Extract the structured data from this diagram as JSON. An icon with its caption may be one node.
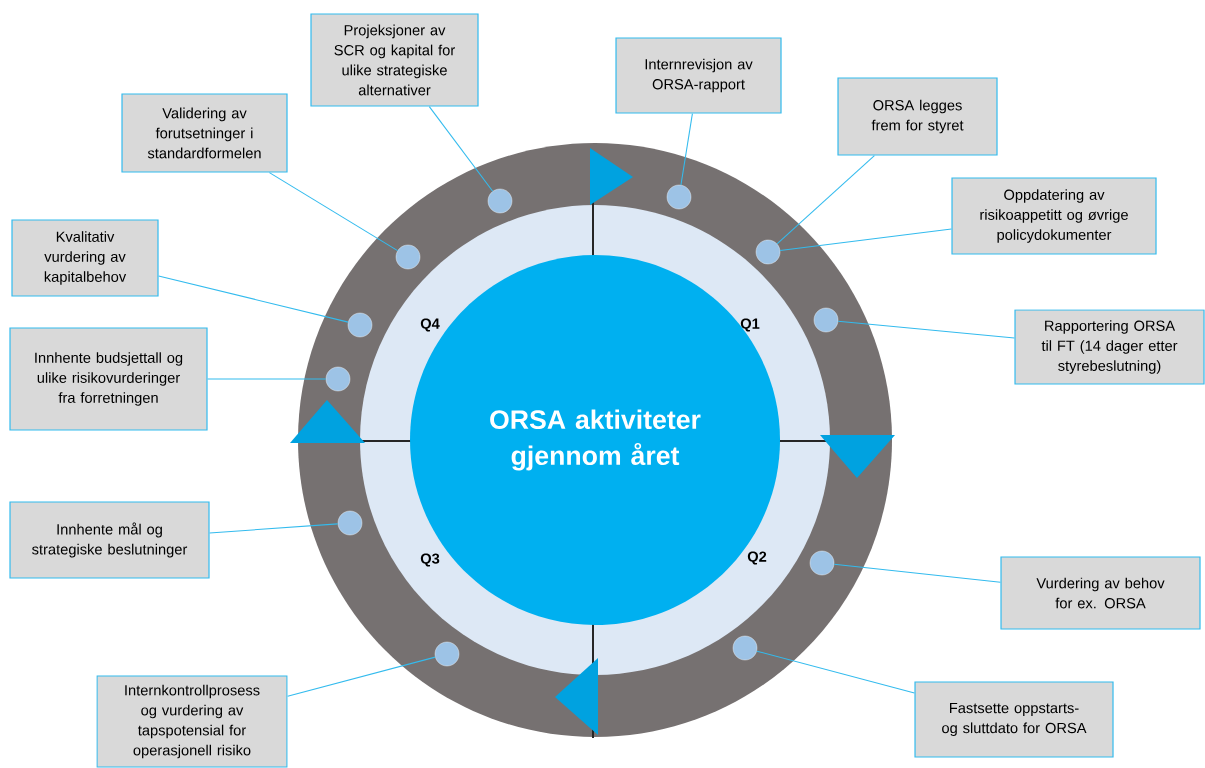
{
  "diagram": {
    "nodes": [
      {
        "text": [
          "Projeksjoner av SCR og kapital for ulike strategiske alternativer"
        ]
      },
      {
        "text": [
          "Internrevisjon av ORSA-rapport"
        ]
      },
      {
        "text": [
          "Validering av forutsetninger i standardformelen"
        ]
      },
      {
        "text": [
          "ORSA legges frem for styret"
        ]
      },
      {
        "text": [
          "Oppdatering av risikoappetitt og øvrige policydokumenter"
        ]
      },
      {
        "text": [
          "Kvalitativ vurdering av kapitalbehov"
        ]
      },
      {
        "text": [
          "Rapportering ORSA til FT (14 dager etter styrebeslutning)"
        ]
      },
      {
        "text": [
          "Innhente budsjettall og ulike risikovurderinger fra forretningen"
        ]
      },
      {
        "text": [
          "Innhente mål og strategiske beslutninger"
        ]
      },
      {
        "text": [
          "Vurdering av behov for ex. ORSA"
        ]
      },
      {
        "text": [
          "Internkontrollprosess og vurdering av tapspotensial for operasjonell risiko"
        ]
      },
      {
        "text": [
          "Fastsette oppstarts- og sluttdato for ORSA"
        ]
      },
      {
        "text": [
          "ORSA aktiviteter gjennom året"
        ]
      },
      {
        "text": [],
        "shape": "circle"
      },
      {
        "text": [],
        "shape": "circle"
      },
      {
        "text": [],
        "shape": "circle"
      },
      {
        "text": [],
        "shape": "circle"
      },
      {
        "text": [],
        "shape": "circle"
      },
      {
        "text": [],
        "shape": "circle"
      },
      {
        "text": [],
        "shape": "circle"
      },
      {
        "text": [],
        "shape": "circle"
      },
      {
        "text": [],
        "shape": "circle"
      },
      {
        "text": [],
        "shape": "circle"
      },
      {
        "text": [],
        "shape": "circle"
      }
    ],
    "edges": [
      {
        "from": 0,
        "to": 18,
        "arrow": "none"
      },
      {
        "from": 1,
        "to": 19,
        "arrow": "none"
      },
      {
        "from": 2,
        "to": 16,
        "arrow": "none"
      },
      {
        "from": 3,
        "to": 21,
        "arrow": "none"
      },
      {
        "from": 4,
        "to": 21,
        "arrow": "none"
      },
      {
        "from": 5,
        "to": 15,
        "arrow": "none"
      },
      {
        "from": 6,
        "to": 23,
        "arrow": "none"
      },
      {
        "from": 7,
        "to": 13,
        "arrow": "none"
      },
      {
        "from": 8,
        "to": 14,
        "arrow": "none"
      },
      {
        "from": 9,
        "to": 22,
        "arrow": "none"
      },
      {
        "from": 10,
        "to": 17,
        "arrow": "none"
      },
      {
        "from": 11,
        "to": 20,
        "arrow": "none"
      }
    ],
    "labels": [
      "Q4",
      "Q1",
      "Q3",
      "Q2"
    ]
  }
}
